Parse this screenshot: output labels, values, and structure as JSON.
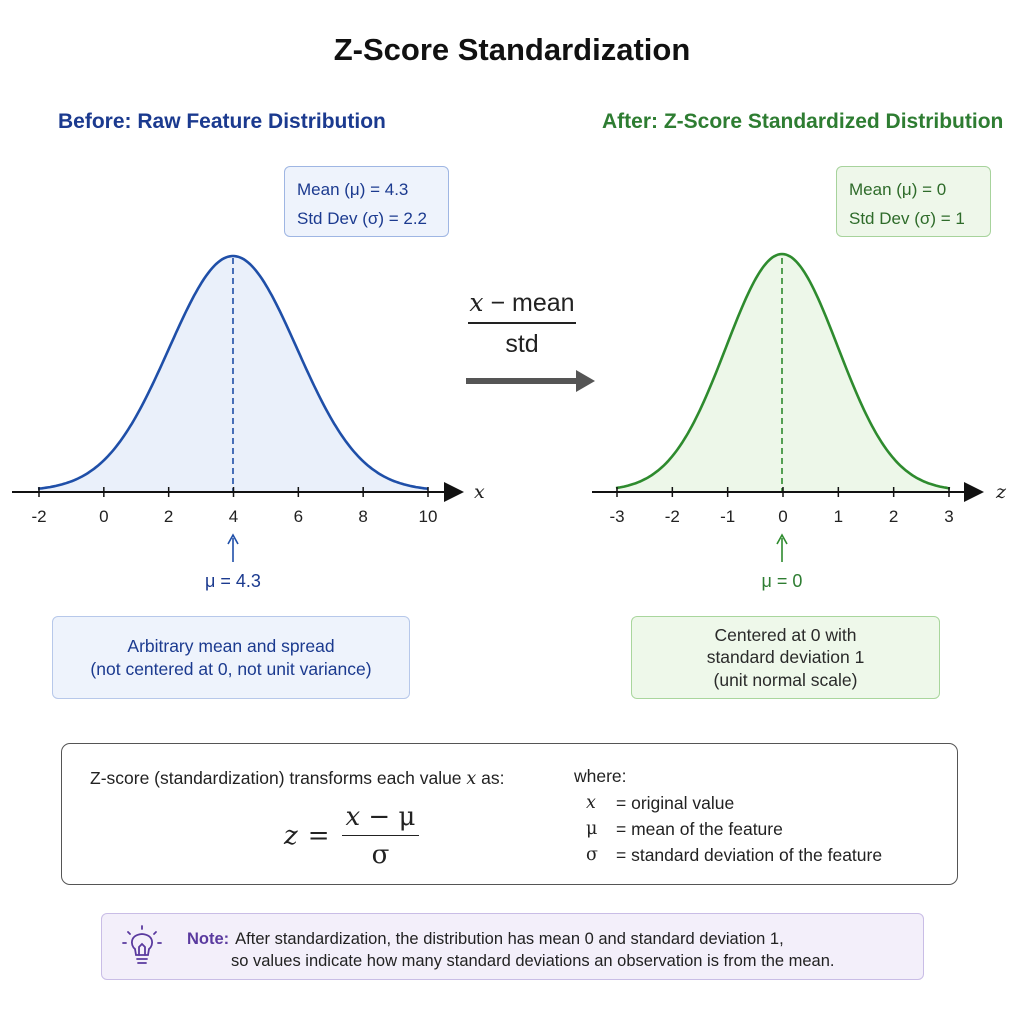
{
  "title": "Z-Score Standardization",
  "before": {
    "heading": "Before: Raw Feature Distribution",
    "stat_mean": "Mean (μ) = 4.3",
    "stat_std": "Std Dev (σ) = 2.2",
    "axis_var": "x",
    "ticks": [
      "-2",
      "0",
      "2",
      "4",
      "6",
      "8",
      "10"
    ],
    "mu_label": "μ = 4.3",
    "desc_line1": "Arbitrary mean and spread",
    "desc_line2": "(not centered at 0, not unit variance)",
    "color": "#1f4fa8"
  },
  "after": {
    "heading": "After: Z-Score Standardized Distribution",
    "stat_mean": "Mean (μ) = 0",
    "stat_std": "Std Dev (σ) = 1",
    "axis_var": "z",
    "ticks": [
      "-3",
      "-2",
      "-1",
      "0",
      "1",
      "2",
      "3"
    ],
    "mu_label": "μ = 0",
    "desc_line1": "Centered at 0 with",
    "desc_line2": "standard deviation 1",
    "desc_line3": "(unit normal scale)",
    "color": "#2e8b2e"
  },
  "transform": {
    "numerator_var": "x",
    "numerator_rest": " − mean",
    "denominator": "std"
  },
  "formula_box": {
    "intro": "Z-score (standardization) transforms each value ",
    "intro_var": "x",
    "intro_end": " as:",
    "lhs": "z",
    "equals": "=",
    "numerator_var": "x",
    "numerator_rest": " − μ",
    "denominator": "σ",
    "where_label": "where:",
    "defs": [
      {
        "sym": "x",
        "text": "= original value"
      },
      {
        "sym": "μ",
        "text": "= mean of the feature"
      },
      {
        "sym": "σ",
        "text": "= standard deviation of the feature"
      }
    ]
  },
  "note": {
    "label": "Note:",
    "line1": "After standardization, the distribution has mean 0 and standard deviation 1,",
    "line2": "so values indicate how many standard deviations an observation is from the mean."
  }
}
